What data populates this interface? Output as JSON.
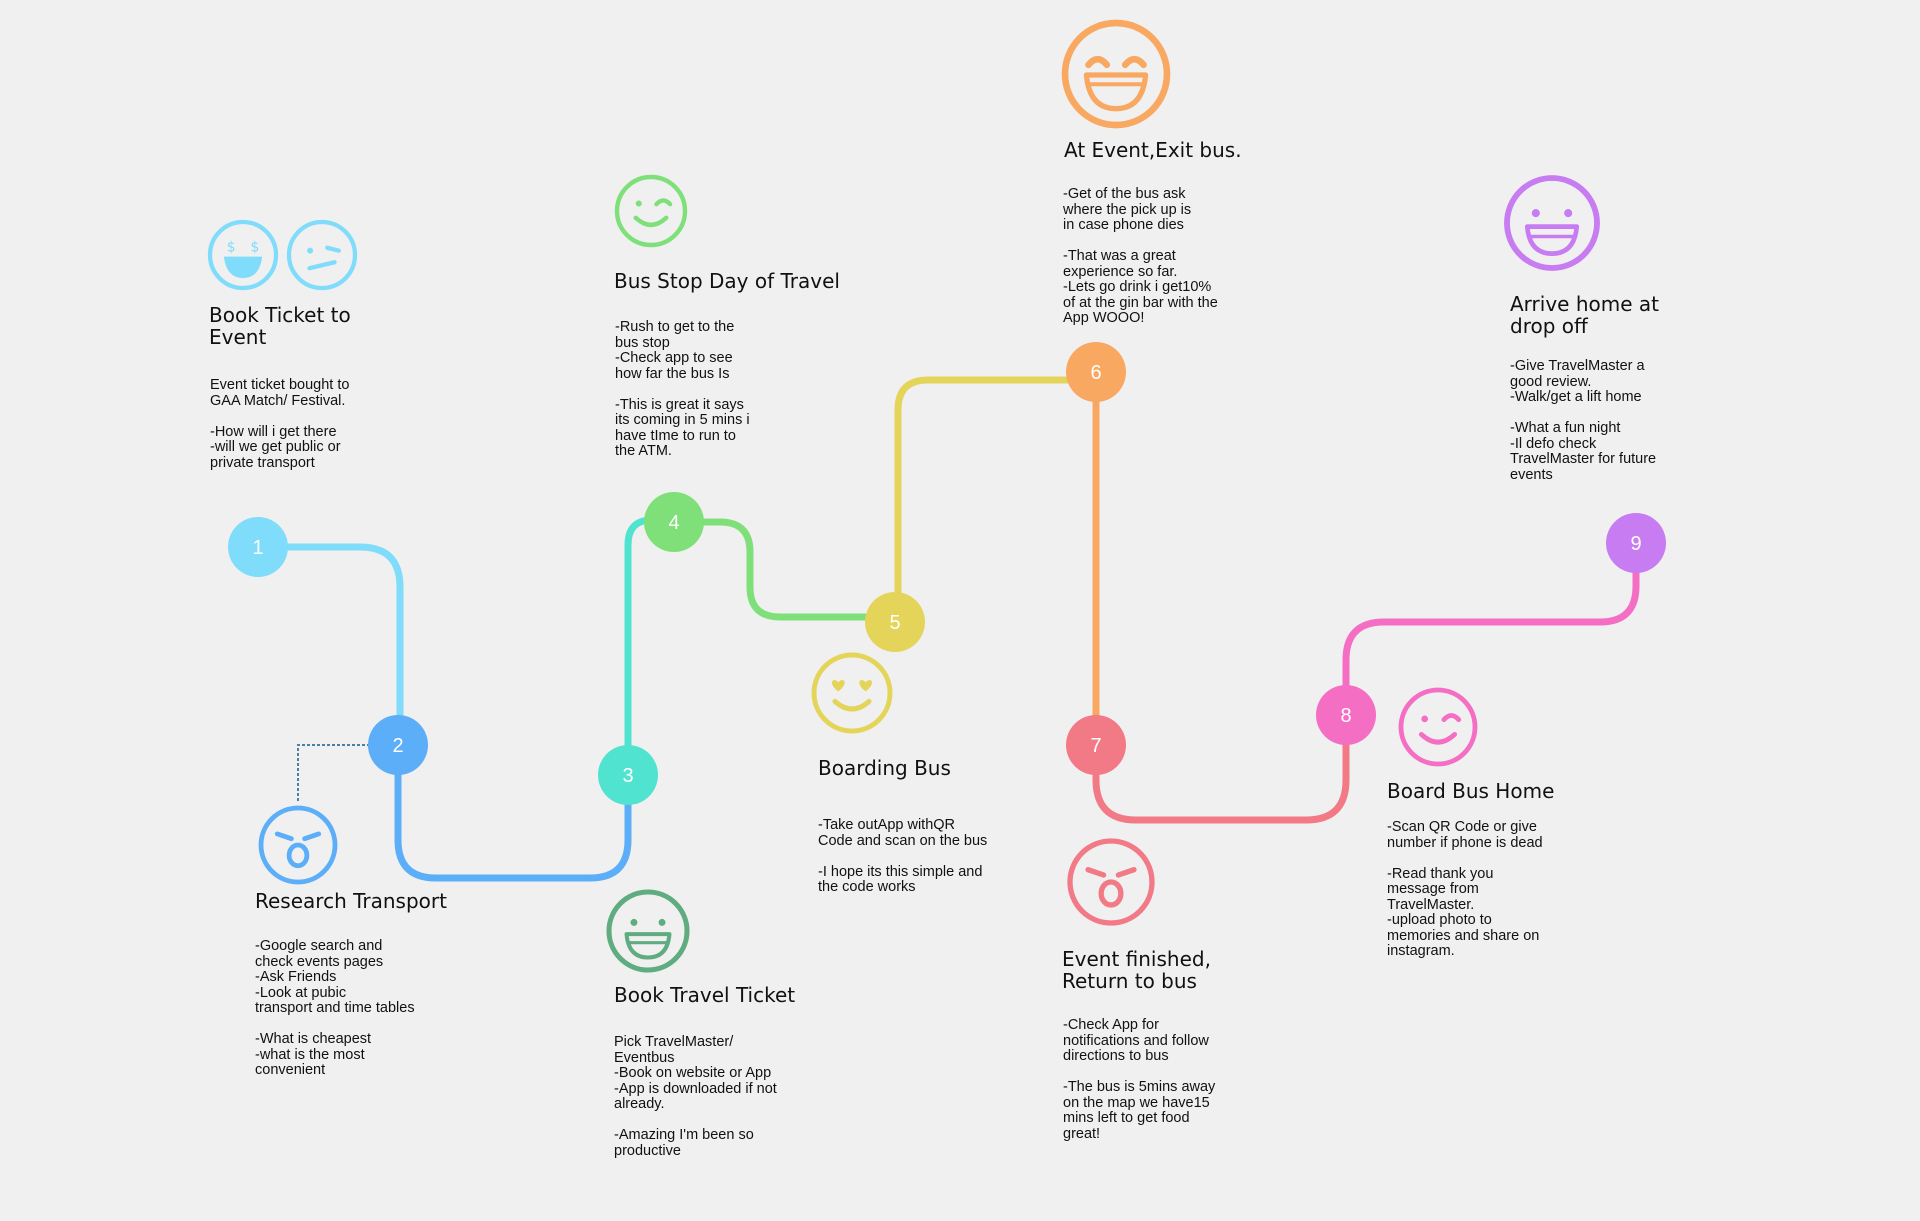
{
  "colors": {
    "background": "#f0f0f0",
    "stage1": "#7fdcfa",
    "stage2": "#5baef7",
    "stage3": "#4fe3d0",
    "stage4": "#7fe07a",
    "stage5": "#e4d45a",
    "stage6": "#f9a862",
    "stage7": "#f27a86",
    "stage8": "#f46ec4",
    "stage9": "#c77cf2",
    "face_book_travel": "#5fac80",
    "face_board_home": "#f46ec4"
  },
  "stages": [
    {
      "number": "1",
      "title": "Book Ticket to\nEvent",
      "notes": "Event ticket bought to\nGAA Match/ Festival.\n\n-How will i get there\n-will we get public or\nprivate transport",
      "icons": [
        "money-eyes-face-icon",
        "skeptical-face-icon"
      ]
    },
    {
      "number": "2",
      "title": "Research Transport",
      "notes": "-Google search and\ncheck events pages\n-Ask Friends\n-Look at pubic\ntransport and time tables\n\n-What is cheapest\n-what is the most\nconvenient",
      "icons": [
        "tired-face-icon"
      ]
    },
    {
      "number": "3",
      "title": "Book Travel Ticket",
      "notes": "Pick TravelMaster/\nEventbus\n-Book on website or App\n-App is downloaded if not\nalready.\n\n-Amazing I'm been so\nproductive",
      "icons": [
        "grinning-face-icon"
      ]
    },
    {
      "number": "4",
      "title": "Bus Stop Day of Travel",
      "notes": "-Rush to get to the\nbus stop\n-Check app to see\nhow far the bus Is\n\n-This is great it says\nits coming in 5 mins i\nhave tIme to run to\nthe ATM.",
      "icons": [
        "winking-face-icon"
      ]
    },
    {
      "number": "5",
      "title": "Boarding Bus",
      "notes": "-Take outApp withQR\nCode and scan on the bus\n\n-I hope its this simple and\nthe code works",
      "icons": [
        "heart-eyes-face-icon"
      ]
    },
    {
      "number": "6",
      "title": "At Event,Exit bus.",
      "notes": "-Get of the bus ask\nwhere the pick up is\nin case phone dies\n\n-That was a great\nexperience so far.\n-Lets go drink i get10%\nof at the gin bar with the\nApp WOOO!",
      "icons": [
        "laughing-face-icon"
      ]
    },
    {
      "number": "7",
      "title": "Event finished,\nReturn to bus",
      "notes": "-Check App for\nnotifications and follow\ndirections to bus\n\n-The bus is 5mins away\non the map we have15\nmins left to get food\ngreat!",
      "icons": [
        "tired-face-icon"
      ]
    },
    {
      "number": "8",
      "title": "Board Bus Home",
      "notes": "-Scan QR Code or give\nnumber if phone is dead\n\n-Read thank you\nmessage from\nTravelMaster.\n-upload photo to\nmemories and share on\ninstagram.",
      "icons": [
        "winking-face-icon"
      ]
    },
    {
      "number": "9",
      "title": "Arrive home at\ndrop off",
      "notes": "-Give TravelMaster a\ngood review.\n-Walk/get a lift home\n\n-What a fun night\n-Il defo check\nTravelMaster for future\nevents",
      "icons": [
        "big-grin-face-icon"
      ]
    }
  ]
}
